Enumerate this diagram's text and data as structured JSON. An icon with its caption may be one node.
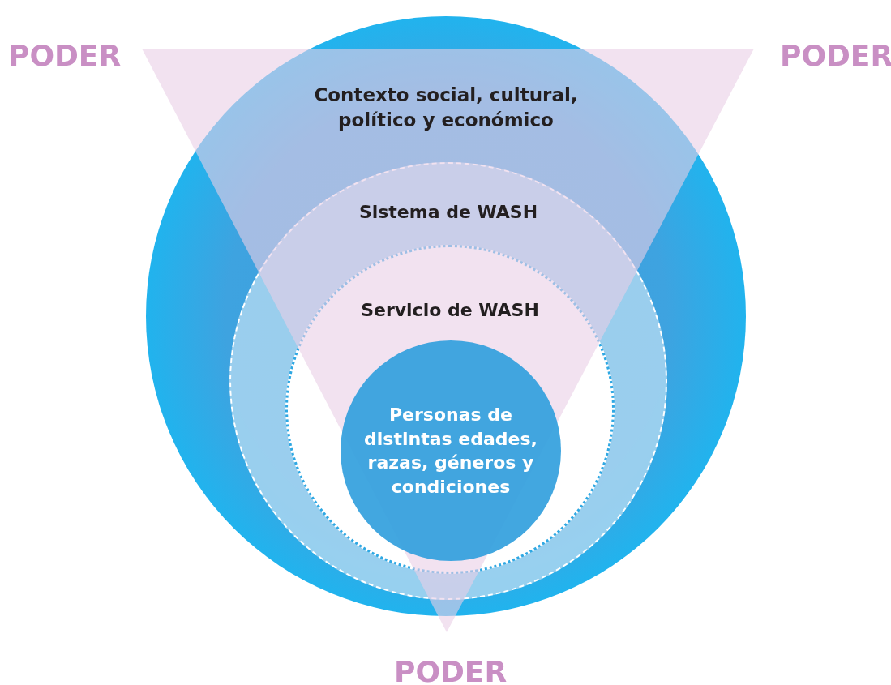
{
  "diagram": {
    "nodes": [
      {
        "text": [
          "Contexto social, cultural, político y económico"
        ]
      },
      {
        "text": [
          "Sistema de WASH"
        ],
        "in": 0
      },
      {
        "text": [
          "Servicio de WASH"
        ],
        "in": 1
      },
      {
        "text": [
          "Personas de distintas edades, razas, géneros y condiciones"
        ],
        "in": 2
      }
    ],
    "edges": [],
    "labels": [
      "PODER",
      "PODER",
      "PODER"
    ]
  }
}
